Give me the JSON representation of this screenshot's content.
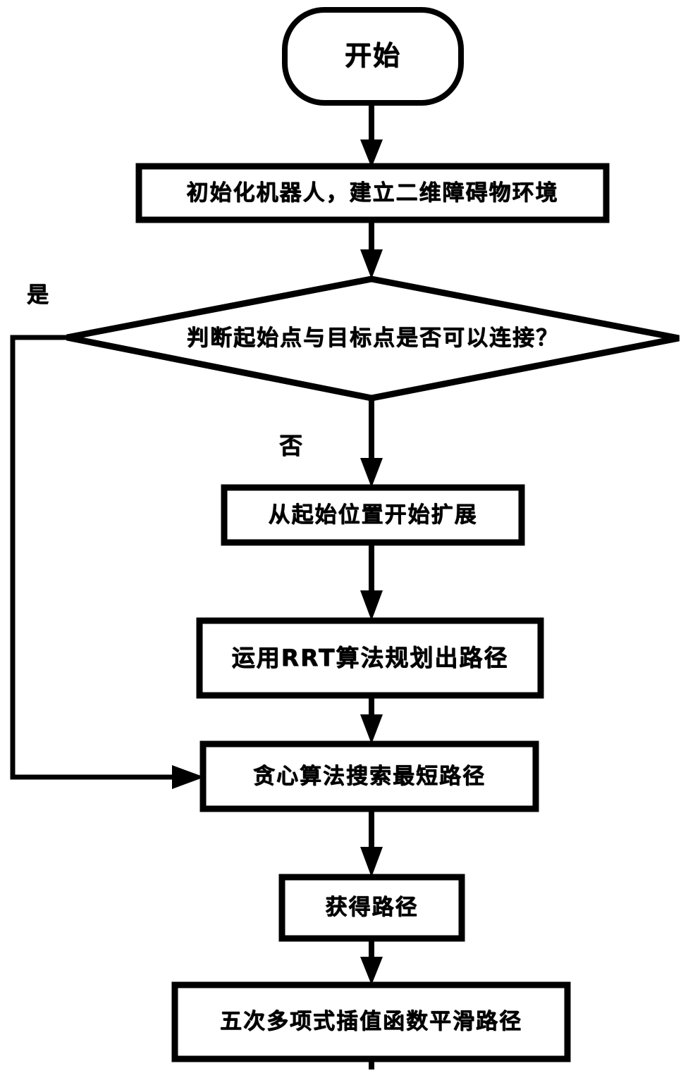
{
  "diagram": {
    "title": "RRT path planning flowchart",
    "colors": {
      "background": "#ffffff",
      "stroke": "#000000",
      "text": "#000000"
    },
    "nodes": {
      "start": {
        "type": "terminator",
        "label": "开始"
      },
      "init": {
        "type": "process",
        "label": "初始化机器人，建立二维障碍物环境"
      },
      "decision": {
        "type": "decision",
        "label": "判断起始点与目标点是否可以连接？"
      },
      "expand": {
        "type": "process",
        "label": "从起始位置开始扩展"
      },
      "rrt": {
        "type": "process",
        "label": "运用RRT算法规划出路径"
      },
      "greedy": {
        "type": "process",
        "label": "贪心算法搜索最短路径"
      },
      "obtain": {
        "type": "process",
        "label": "获得路径"
      },
      "smooth": {
        "type": "process",
        "label": "五次多项式插值函数平滑路径"
      }
    },
    "edges": [
      {
        "from": "start",
        "to": "init",
        "label": ""
      },
      {
        "from": "init",
        "to": "decision",
        "label": ""
      },
      {
        "from": "decision",
        "to": "expand",
        "label": "否"
      },
      {
        "from": "decision",
        "to": "greedy",
        "label": "是"
      },
      {
        "from": "expand",
        "to": "rrt",
        "label": ""
      },
      {
        "from": "rrt",
        "to": "greedy",
        "label": ""
      },
      {
        "from": "greedy",
        "to": "obtain",
        "label": ""
      },
      {
        "from": "obtain",
        "to": "smooth",
        "label": ""
      }
    ],
    "edge_labels": {
      "yes": "是",
      "no": "否"
    }
  }
}
